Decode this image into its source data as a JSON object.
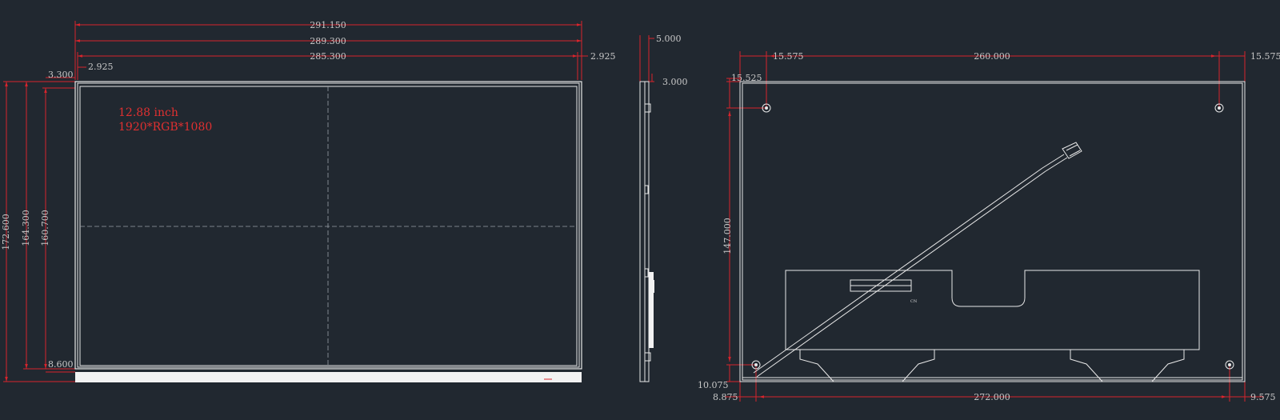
{
  "colors": {
    "background": "#212830",
    "outline": "#e8e8e8",
    "dimension_line": "#d8242c",
    "dimension_text": "#c8c8c8",
    "note_text": "#e03030",
    "centerline": "#9aa0a8"
  },
  "front_view": {
    "note_size": "12.88 inch",
    "note_resolution": "1920*RGB*1080",
    "dim_overall_width": "291.150",
    "dim_outline_width": "289.300",
    "dim_active_width": "285.300",
    "dim_left_margin": "2.925",
    "dim_right_margin": "2.925",
    "dim_top_margin": "3.300",
    "dim_bottom_margin": "8.600",
    "dim_overall_height": "172.600",
    "dim_outline_height": "164.300",
    "dim_active_height": "160.700"
  },
  "side_view": {
    "dim_thickness": "5.000",
    "dim_panel": "3.000"
  },
  "back_view": {
    "dim_hole_left": "15.575",
    "dim_hole_pitch": "260.000",
    "dim_hole_right": "15.575",
    "dim_hole_top": "15.525",
    "dim_hole_vertical": "147.000",
    "dim_bottom_offset": "10.075",
    "dim_bottom_left": "8.875",
    "dim_bottom_pitch": "272.000",
    "dim_bottom_right": "9.575",
    "label_connector": "CN"
  }
}
